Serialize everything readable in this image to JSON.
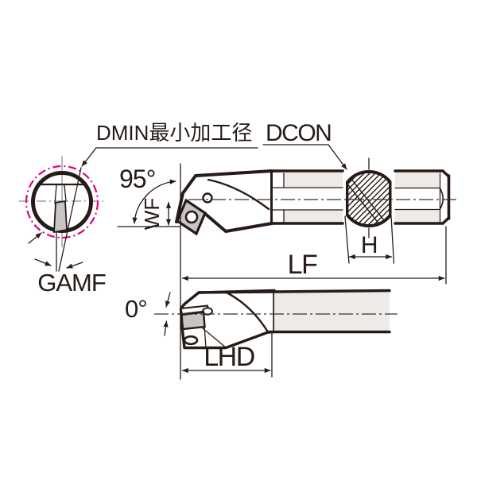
{
  "figure": {
    "type": "technical-drawing",
    "subject": "internal turning / boring bar dimensional diagram",
    "labels": {
      "dmin": "DMIN最小加工径",
      "dcon": "DCON",
      "lead_angle": "95°",
      "wf": "WF",
      "gamf": "GAMF",
      "lf": "LF",
      "h": "H",
      "inclination_angle": "0°",
      "lhd": "LHD"
    },
    "colors": {
      "line": "#261b16",
      "magenta": "#e5007f",
      "body_fill": "#edeae7",
      "insert_fill": "#c9c5c2",
      "crosshair": "#8c8c8c",
      "background": "#ffffff"
    }
  }
}
